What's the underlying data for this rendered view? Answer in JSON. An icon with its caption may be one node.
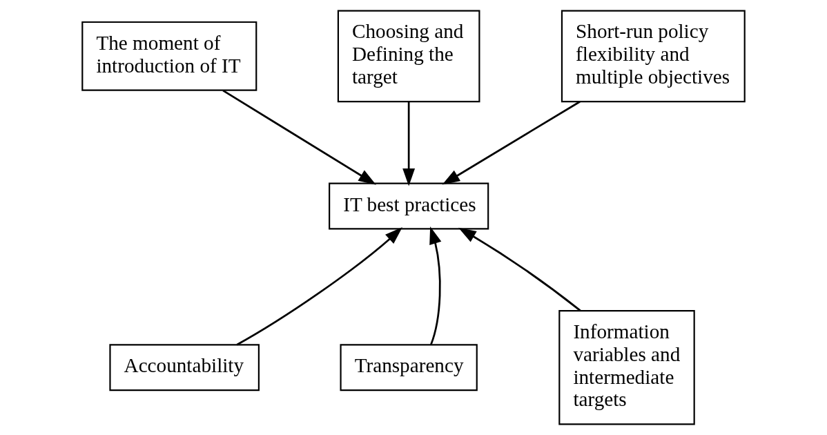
{
  "diagram": {
    "nodes": [
      {
        "text": [
          "The moment of introduction of IT"
        ]
      },
      {
        "text": [
          "Choosing and Defining the target"
        ]
      },
      {
        "text": [
          "Short-run policy flexibility and multiple objectives"
        ]
      },
      {
        "text": [
          "IT best practices"
        ]
      },
      {
        "text": [
          "Accountability"
        ]
      },
      {
        "text": [
          "Transparency"
        ]
      },
      {
        "text": [
          "Information variables and intermediate targets"
        ]
      }
    ],
    "edges": [
      {
        "from": 0,
        "to": 3,
        "arrow": "to"
      },
      {
        "from": 1,
        "to": 3,
        "arrow": "to"
      },
      {
        "from": 2,
        "to": 3,
        "arrow": "to"
      },
      {
        "from": 4,
        "to": 3,
        "arrow": "to"
      },
      {
        "from": 5,
        "to": 3,
        "arrow": "to"
      },
      {
        "from": 6,
        "to": 3,
        "arrow": "to"
      }
    ]
  }
}
